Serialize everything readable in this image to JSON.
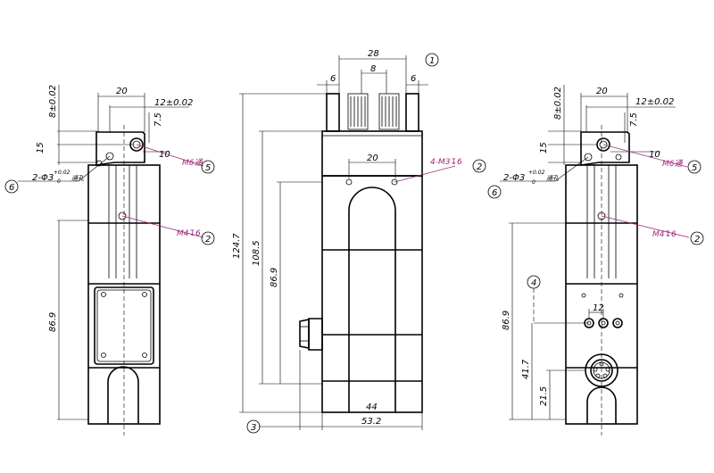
{
  "left_view": {
    "dim_width": "20",
    "dim_tol_8": "8±0.02",
    "dim_tol_12": "12±0.02",
    "dim_7_5": "7.5",
    "dim_15": "15",
    "dim_10": "10",
    "dim_height": "86.9",
    "callout_m6": "M6通",
    "callout_hole_main": "2-Φ3",
    "callout_hole_tol_upper": "+0.02",
    "callout_hole_tol_lower": "0",
    "callout_hole_suffix": "通孔",
    "callout_m4": "M4↧6",
    "balloon_5": "5",
    "balloon_6": "6",
    "balloon_2": "2"
  },
  "center_view": {
    "dim_28": "28",
    "dim_8": "8",
    "dim_6_left": "6",
    "dim_6_right": "6",
    "dim_20": "20",
    "dim_124_7": "124.7",
    "dim_108_5": "108.5",
    "dim_86_9": "86.9",
    "dim_44": "44",
    "dim_53_2": "53.2",
    "callout_m3": "4-M3↧6",
    "balloon_1": "1",
    "balloon_2": "2",
    "balloon_3": "3"
  },
  "right_view": {
    "dim_width": "20",
    "dim_tol_8": "8±0.02",
    "dim_tol_12": "12±0.02",
    "dim_7_5": "7.5",
    "dim_15": "15",
    "dim_10": "10",
    "dim_12": "12",
    "dim_86_9": "86.9",
    "dim_41_7": "41.7",
    "dim_21_5": "21.5",
    "callout_m6": "M6通",
    "callout_hole_main": "2-Φ3",
    "callout_hole_tol_upper": "+0.02",
    "callout_hole_tol_lower": "0",
    "callout_hole_suffix": "通孔",
    "callout_m4": "M4↧6",
    "balloon_5": "5",
    "balloon_6": "6",
    "balloon_2": "2",
    "balloon_4": "4"
  }
}
